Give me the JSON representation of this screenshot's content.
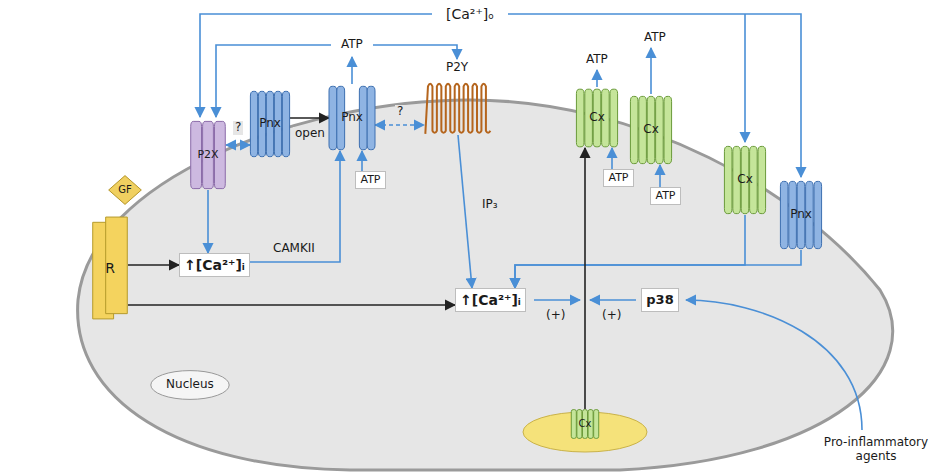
{
  "diagram": {
    "nodes": [
      {
        "text": [
          "GF"
        ]
      },
      {
        "text": [
          "R"
        ]
      },
      {
        "text": [
          "P2X"
        ]
      },
      {
        "text": [
          "Pnx"
        ]
      },
      {
        "text": [
          "Pnx"
        ]
      },
      {
        "text": [
          "ATP"
        ]
      },
      {
        "text": [
          "P2Y"
        ]
      },
      {
        "text": [
          "Cx"
        ]
      },
      {
        "text": [
          "ATP"
        ]
      },
      {
        "text": [
          "Cx"
        ]
      },
      {
        "text": [
          "ATP"
        ]
      },
      {
        "text": [
          "Cx"
        ]
      },
      {
        "text": [
          "Pnx"
        ]
      },
      {
        "text": [
          "↑[Ca²⁺]ᵢ"
        ]
      },
      {
        "text": [
          "↑[Ca²⁺]ᵢ"
        ]
      },
      {
        "text": [
          "p38"
        ]
      },
      {
        "text": [
          "Cx"
        ]
      },
      {
        "text": [
          "Nucleus"
        ]
      }
    ],
    "edges": [
      {
        "from": 2,
        "to": 3,
        "arrow": "both",
        "label": "?"
      },
      {
        "from": 3,
        "to": 4,
        "arrow": "to",
        "label": "open"
      },
      {
        "from": 4,
        "to": 6,
        "arrow": "both",
        "label": "?"
      },
      {
        "from": 5,
        "to": 4,
        "arrow": "to"
      },
      {
        "from": 13,
        "to": 4,
        "arrow": "to",
        "label": "CAMKII"
      },
      {
        "from": 2,
        "to": 13,
        "arrow": "to"
      },
      {
        "from": 1,
        "to": 13,
        "arrow": "to"
      },
      {
        "from": 1,
        "to": 14,
        "arrow": "to"
      },
      {
        "from": 6,
        "to": 14,
        "arrow": "to",
        "label": "IP₃"
      },
      {
        "from": 8,
        "to": 7,
        "arrow": "to"
      },
      {
        "from": 10,
        "to": 9,
        "arrow": "to"
      },
      {
        "from": 11,
        "to": 14,
        "arrow": "to"
      },
      {
        "from": 12,
        "to": 14,
        "arrow": "to"
      },
      {
        "from": 16,
        "to": 7,
        "arrow": "to"
      }
    ],
    "labels": [
      "[Ca²⁺]ₒ",
      "ATP",
      "ATP",
      "ATP",
      "(+)",
      "(+)",
      "Pro-inflammatory agents"
    ]
  }
}
